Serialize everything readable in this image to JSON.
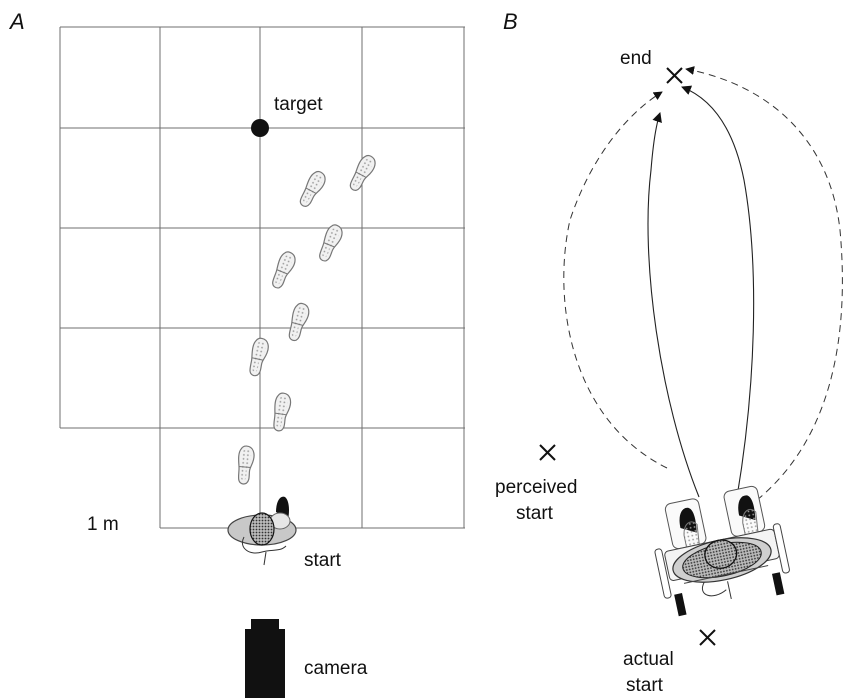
{
  "panel_a": {
    "letter": "A",
    "target_label": "target",
    "scale_label": "1 m",
    "start_label": "start",
    "camera_label": "camera"
  },
  "panel_b": {
    "letter": "B",
    "end_label": "end",
    "perceived_start_label_1": "perceived",
    "perceived_start_label_2": "start",
    "actual_start_label_1": "actual",
    "actual_start_label_2": "start"
  }
}
